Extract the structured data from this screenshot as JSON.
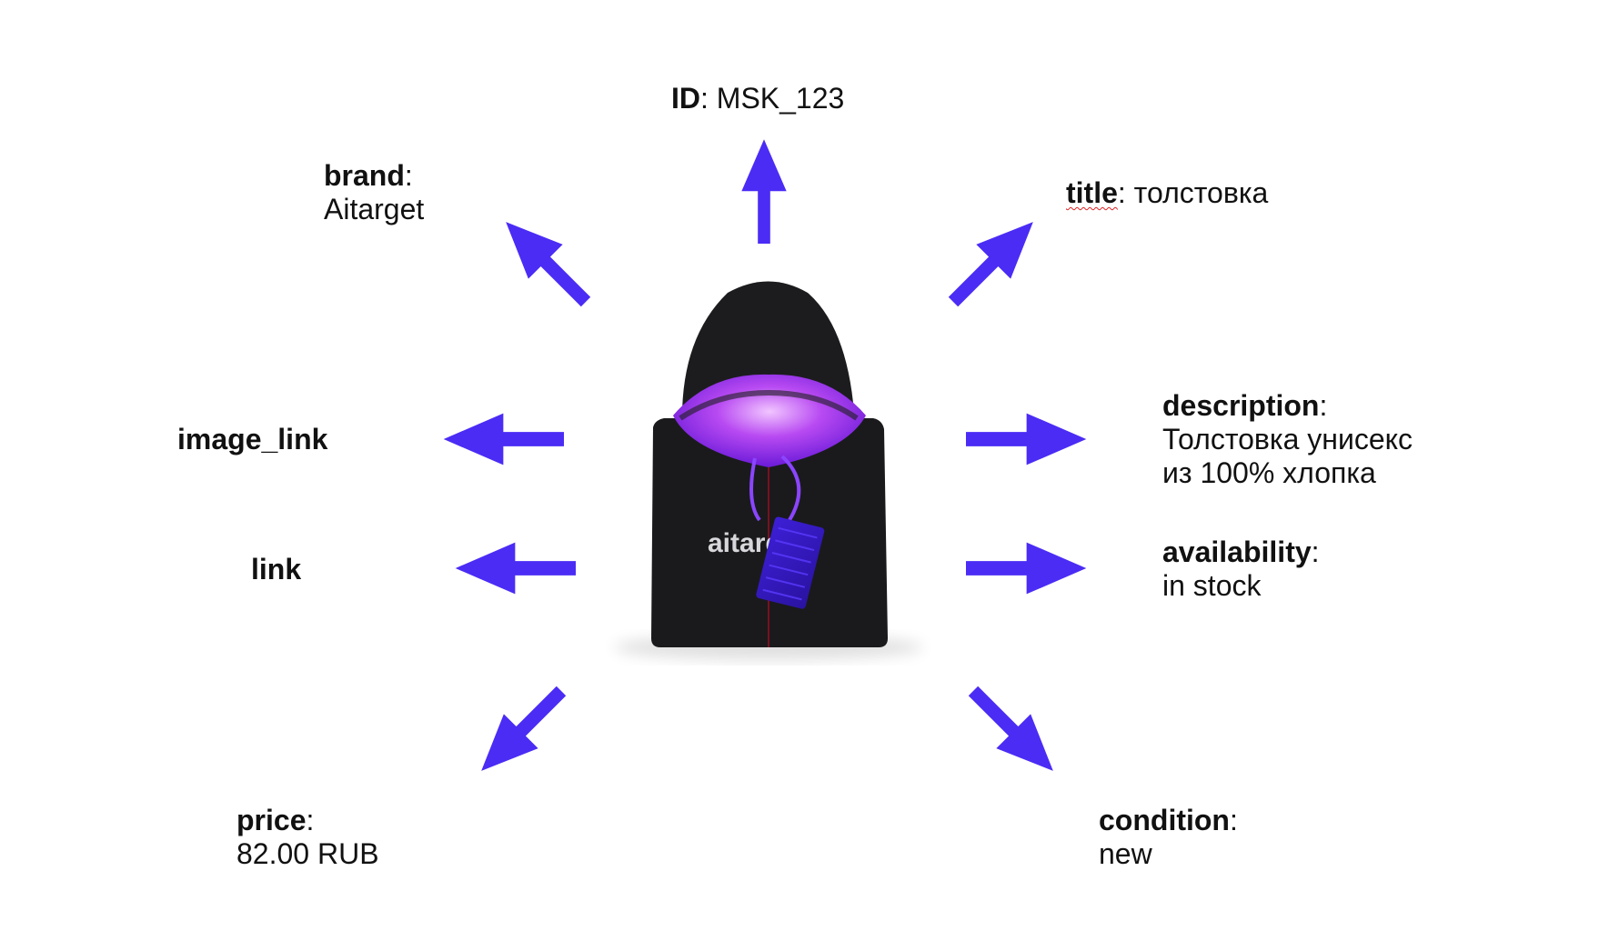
{
  "accent_color": "#4a2cf5",
  "attributes": {
    "id": {
      "key": "ID",
      "value": "MSK_123"
    },
    "brand": {
      "key": "brand",
      "value": "Aitarget"
    },
    "title": {
      "key": "title",
      "value": "толстовка"
    },
    "image_link": {
      "key": "image_link"
    },
    "link": {
      "key": "link"
    },
    "description": {
      "key": "description",
      "value_line1": "Толстовка унисекс",
      "value_line2": "из 100% хлопка"
    },
    "availability": {
      "key": "availability",
      "value": "in stock"
    },
    "price": {
      "key": "price",
      "value": "82.00 RUB"
    },
    "condition": {
      "key": "condition",
      "value": "new"
    }
  },
  "product_image": {
    "subject": "folded black hoodie with purple lining and tag",
    "print_text": "aitarget"
  },
  "icons": [
    "arrow-up-icon",
    "arrow-up-left-icon",
    "arrow-up-right-icon",
    "arrow-left-icon",
    "arrow-right-icon",
    "arrow-down-left-icon",
    "arrow-down-right-icon"
  ]
}
